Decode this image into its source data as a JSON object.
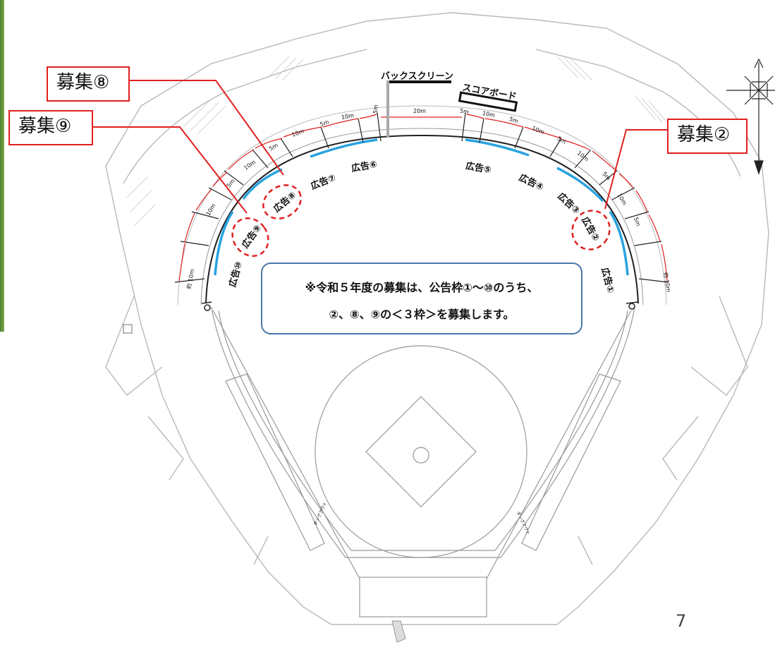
{
  "labels": {
    "backscreen": "バックスクリーン",
    "scoreboard": "スコアボード"
  },
  "recruitment_callouts": [
    "募集⑧",
    "募集⑨",
    "募集②"
  ],
  "ad_slots": [
    "広告①",
    "広告②",
    "広告③",
    "広告④",
    "広告⑤",
    "広告⑥",
    "広告⑦",
    "広告⑧",
    "広告⑨",
    "広告⑩"
  ],
  "dimensions": {
    "center": "20m",
    "right": [
      "5m",
      "10m",
      "5m",
      "10m",
      "5m",
      "10m",
      "5m",
      "10m",
      "5m",
      "約 10m"
    ],
    "left": [
      "5m",
      "10m",
      "5m",
      "10m",
      "5m",
      "10m",
      "5m",
      "10m",
      "約 10m"
    ]
  },
  "dugout_label": "ダッグアウト",
  "notice": {
    "line1": "※令和５年度の募集は、公告枠①～⑩のうち、",
    "line2": "②、⑧、⑨の＜３枠＞を募集します。"
  },
  "page_number": "7",
  "colors": {
    "callout": "#e02020",
    "dimension": "#e02020",
    "ad_band": "#29a3e0",
    "notice_border": "#4a78a8"
  }
}
